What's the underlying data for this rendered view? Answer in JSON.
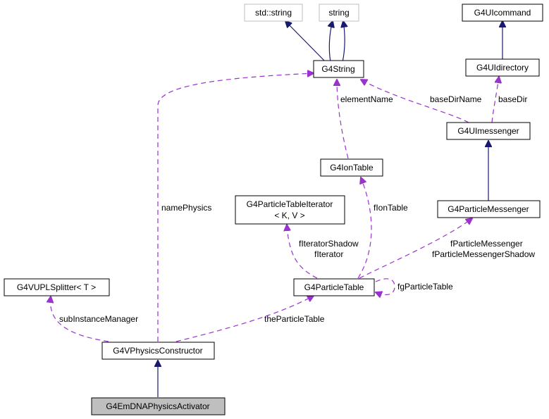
{
  "nodes": {
    "std_string": "std::string",
    "string": "string",
    "g4uicommand": "G4UIcommand",
    "g4string": "G4String",
    "g4uidirectory": "G4UIdirectory",
    "g4uimessenger": "G4UImessenger",
    "g4iontable": "G4IonTable",
    "g4particletableiterator_l1": "G4ParticleTableIterator",
    "g4particletableiterator_l2": "< K, V >",
    "g4particlemessenger": "G4ParticleMessenger",
    "g4vuplsplitter": "G4VUPLSplitter< T >",
    "g4particletable": "G4ParticleTable",
    "g4vphysicsconstructor": "G4VPhysicsConstructor",
    "g4emdnaphysicsactivator": "G4EmDNAPhysicsActivator"
  },
  "edge_labels": {
    "elementName": "elementName",
    "baseDirName": "baseDirName",
    "baseDir": "baseDir",
    "namePhysics": "namePhysics",
    "fIonTable": "fIonTable",
    "fIteratorShadow": "fIteratorShadow",
    "fIterator": "fIterator",
    "fParticleMessenger": "fParticleMessenger",
    "fParticleMessengerShadow": "fParticleMessengerShadow",
    "fgParticleTable": "fgParticleTable",
    "subInstanceManager": "subInstanceManager",
    "theParticleTable": "theParticleTable"
  },
  "colors": {
    "inheritance": "#191970",
    "usage": "#9a32cd",
    "focus_fill": "#bfbfbf",
    "external_border": "#bfbfbf"
  }
}
